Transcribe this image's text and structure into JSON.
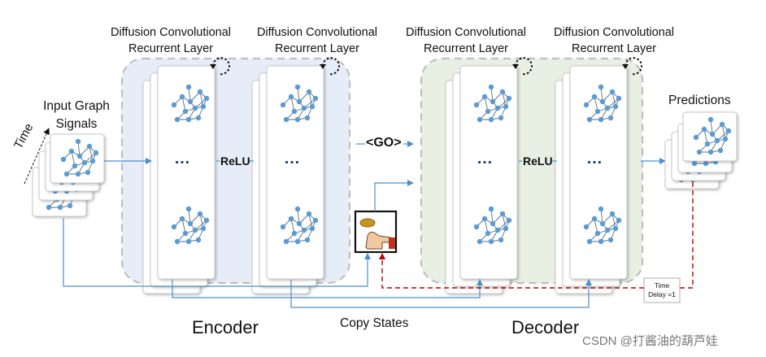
{
  "layers": {
    "enc1_line1": "Diffusion Convolutional",
    "enc1_line2": "Recurrent Layer",
    "enc2_line1": "Diffusion Convolutional",
    "enc2_line2": "Recurrent Layer",
    "dec1_line1": "Diffusion Convolutional",
    "dec1_line2": "Recurrent Layer",
    "dec2_line1": "Diffusion Convolutional",
    "dec2_line2": "Recurrent Layer"
  },
  "input": {
    "line1": "Input Graph",
    "line2": "Signals",
    "time": "Time"
  },
  "activation": {
    "encoder": "ReLU",
    "decoder": "ReLU"
  },
  "go_token": "<GO>",
  "ellipsis": "…",
  "predictions": "Predictions",
  "encoder_label": "Encoder",
  "decoder_label": "Decoder",
  "copy_states": "Copy States",
  "time_delay": {
    "line1": "Time",
    "line2": "Delay =1"
  },
  "watermark": "CSDN @打酱油的葫芦娃",
  "colors": {
    "encoder_bg": "#e6edf8",
    "decoder_bg": "#e8f0e4",
    "node": "#5b9bd5",
    "edge": "#5a7080",
    "arrow_blue": "#4a8fd0",
    "red_dashed": "#c00000",
    "frame_dash": "#bfbfbf"
  },
  "icons": {
    "sampling": "coin-flip-hand-icon",
    "recurrence": "loop-arrow-icon"
  }
}
